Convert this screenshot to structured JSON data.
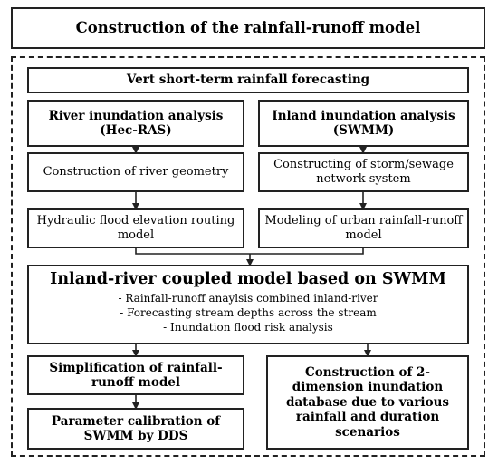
{
  "title": "Construction of the rainfall-runoff model",
  "forecast": "Vert short-term rainfall forecasting",
  "river_analysis": "River inundation analysis (Hec-RAS)",
  "inland_analysis": "Inland inundation analysis (SWMM)",
  "river_geometry": "Construction of river geometry",
  "storm_network": "Constructing of storm/sewage network system",
  "hydraulic_routing": "Hydraulic flood elevation routing model",
  "urban_modeling": "Modeling of urban rainfall-runoff model",
  "coupled": {
    "title": "Inland-river coupled model based on SWMM",
    "bullets": [
      "- Rainfall-runoff anaylsis combined inland-river",
      "- Forecasting stream depths across the stream",
      "- Inundation flood risk analysis"
    ]
  },
  "simplification": "Simplification of rainfall-runoff model",
  "parameter_calibration": "Parameter calibration of SWMM by DDS",
  "database_2d": "Construction of 2-dimension inundation database due to various rainfall and duration scenarios"
}
